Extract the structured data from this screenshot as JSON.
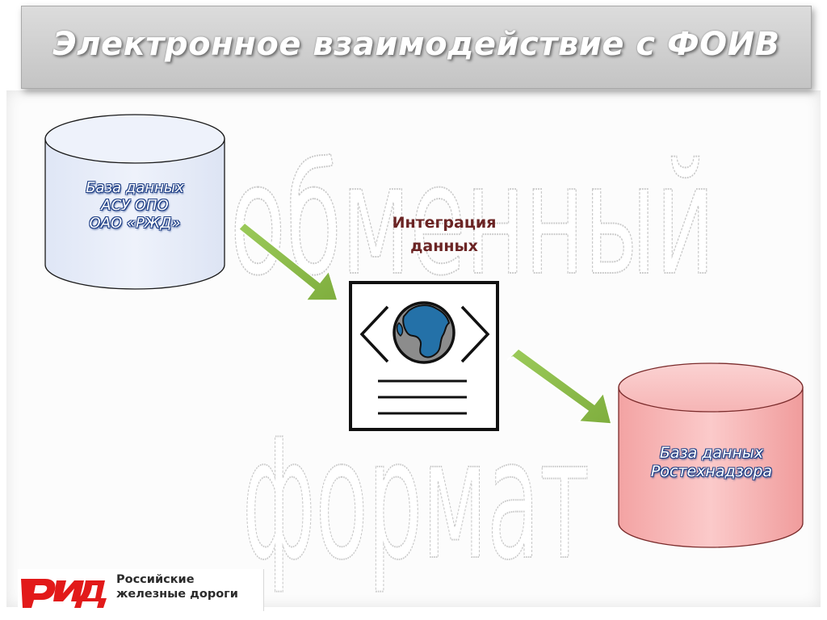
{
  "slide": {
    "title": "Электронное взаимодействие с ФОИВ",
    "watermark_top": "обменный",
    "watermark_bottom": "формат"
  },
  "nodes": {
    "source_db": {
      "lines": [
        "База данных",
        "АСУ ОПО",
        "ОАО «РЖД»"
      ],
      "fill": "#e9eef9"
    },
    "integration": {
      "lines": [
        "Интеграция",
        "данных"
      ],
      "icon": "web-document-globe-icon"
    },
    "target_db": {
      "lines": [
        "База данных",
        "Ростехнадзора"
      ],
      "fill": "#f7b9b9"
    }
  },
  "edges": [
    {
      "from": "source_db",
      "to": "integration",
      "color": "#8fbe4f"
    },
    {
      "from": "integration",
      "to": "target_db",
      "color": "#8fbe4f"
    }
  ],
  "logo": {
    "mark": "РЖД",
    "line1": "Российские",
    "line2": "железные дороги",
    "color": "#e21a1a"
  }
}
